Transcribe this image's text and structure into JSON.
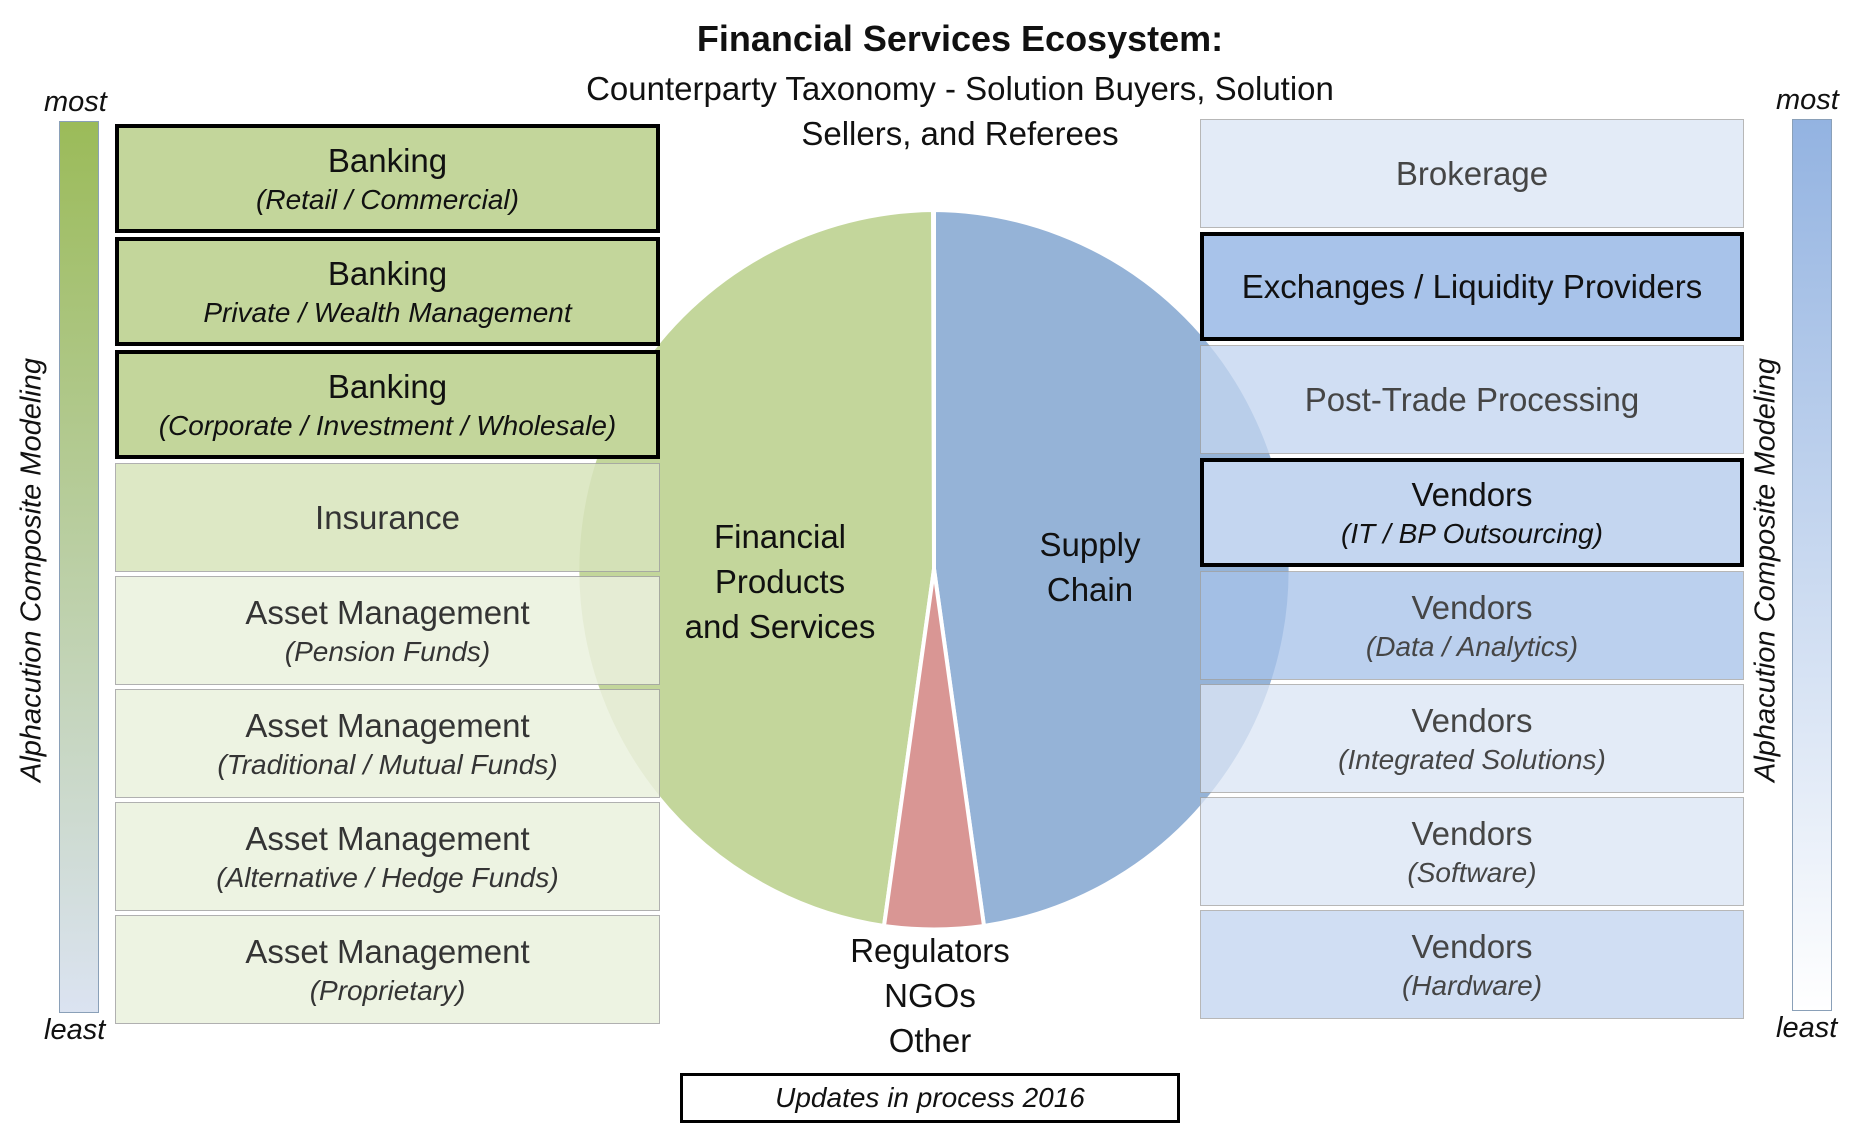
{
  "title": "Financial Services Ecosystem:",
  "subtitle_line1": "Counterparty Taxonomy - Solution Buyers, Solution",
  "subtitle_line2": "Sellers, and Referees",
  "scale": {
    "left": {
      "most": "most",
      "least": "least",
      "label": "Alphacution Composite Modeling"
    },
    "right": {
      "most": "most",
      "least": "least",
      "label": "Alphacution Composite Modeling"
    }
  },
  "left_boxes": [
    {
      "main": "Banking",
      "sub": "(Retail / Commercial)",
      "bold": true,
      "color": "#c3d69b"
    },
    {
      "main": "Banking",
      "sub": "Private / Wealth Management",
      "bold": true,
      "color": "#c3d69b"
    },
    {
      "main": "Banking",
      "sub": "(Corporate / Investment / Wholesale)",
      "bold": true,
      "color": "#c3d69b"
    },
    {
      "main": "Insurance",
      "sub": "",
      "bold": false,
      "color": "#d8e4bc"
    },
    {
      "main": "Asset Management",
      "sub": "(Pension Funds)",
      "bold": false,
      "color": "#ebf1de"
    },
    {
      "main": "Asset Management",
      "sub": "(Traditional / Mutual Funds)",
      "bold": false,
      "color": "#ebf1de"
    },
    {
      "main": "Asset Management",
      "sub": "(Alternative / Hedge Funds)",
      "bold": false,
      "color": "#ebf1de"
    },
    {
      "main": "Asset Management",
      "sub": "(Proprietary)",
      "bold": false,
      "color": "#ebf1de"
    }
  ],
  "right_boxes": [
    {
      "main": "Brokerage",
      "sub": "",
      "bold": false,
      "color": "#dce6f5"
    },
    {
      "main": "Exchanges / Liquidity Providers",
      "sub": "",
      "bold": true,
      "color": "#a8c3ea"
    },
    {
      "main": "Post-Trade Processing",
      "sub": "",
      "bold": false,
      "color": "#c4d6f0"
    },
    {
      "main": "Vendors",
      "sub": "(IT / BP Outsourcing)",
      "bold": true,
      "color": "#c4d6f0"
    },
    {
      "main": "Vendors",
      "sub": "(Data / Analytics)",
      "bold": false,
      "color": "#a8c3ea"
    },
    {
      "main": "Vendors",
      "sub": "(Integrated Solutions)",
      "bold": false,
      "color": "#dce6f5"
    },
    {
      "main": "Vendors",
      "sub": "(Software)",
      "bold": false,
      "color": "#dce6f5"
    },
    {
      "main": "Vendors",
      "sub": "(Hardware)",
      "bold": false,
      "color": "#c4d6f0"
    }
  ],
  "pie": {
    "colors": {
      "financial": "#c3d69b",
      "supply": "#95b3d7",
      "regulators": "#d99694"
    },
    "financial_label": [
      "Financial",
      "Products",
      "and Services"
    ],
    "supply_label": [
      "Supply",
      "Chain"
    ],
    "regulators_label": [
      "Regulators",
      "NGOs",
      "Other"
    ]
  },
  "footer": "Updates in process 2016"
}
